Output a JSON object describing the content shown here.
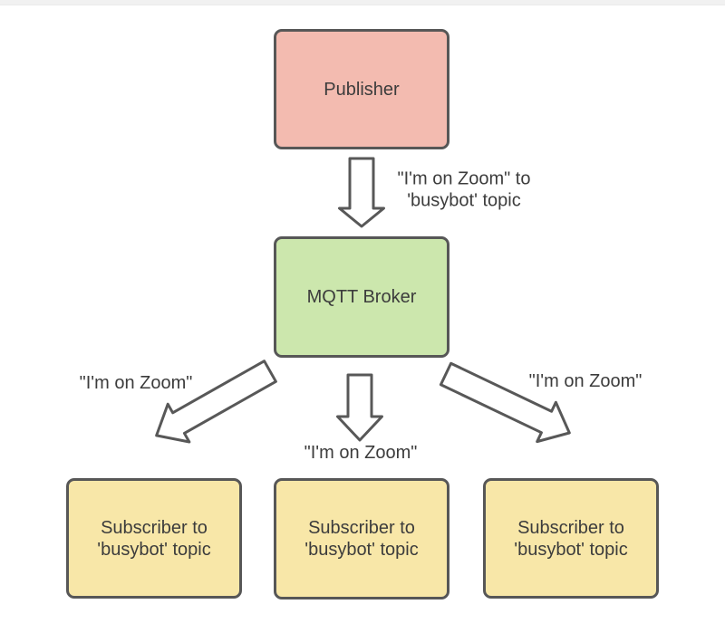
{
  "canvas": {
    "background_color": "#ffffff",
    "top_strip_color": "#f1f1f1"
  },
  "nodes": {
    "publisher": {
      "label": "Publisher",
      "fill": "#f3bbb0",
      "border_color": "#575757"
    },
    "broker": {
      "label": "MQTT Broker",
      "fill": "#cce7ad",
      "border_color": "#575757"
    },
    "subscriber_left": {
      "line1": "Subscriber to",
      "line2": "'busybot' topic",
      "fill": "#f8e7a8",
      "border_color": "#575757"
    },
    "subscriber_middle": {
      "line1": "Subscriber to",
      "line2": "'busybot' topic",
      "fill": "#f8e7a8",
      "border_color": "#575757"
    },
    "subscriber_right": {
      "line1": "Subscriber to",
      "line2": "'busybot' topic",
      "fill": "#f8e7a8",
      "border_color": "#575757"
    }
  },
  "edge_labels": {
    "publisher_to_broker": {
      "line1": "\"I'm on Zoom\" to",
      "line2": "'busybot' topic"
    },
    "broker_to_left": "\"I'm on Zoom\"",
    "broker_to_middle": "\"I'm on Zoom\"",
    "broker_to_right": "\"I'm on Zoom\""
  },
  "style": {
    "arrow_fill": "#ffffff",
    "arrow_stroke": "#585858",
    "text_color": "#3c3c3c"
  }
}
